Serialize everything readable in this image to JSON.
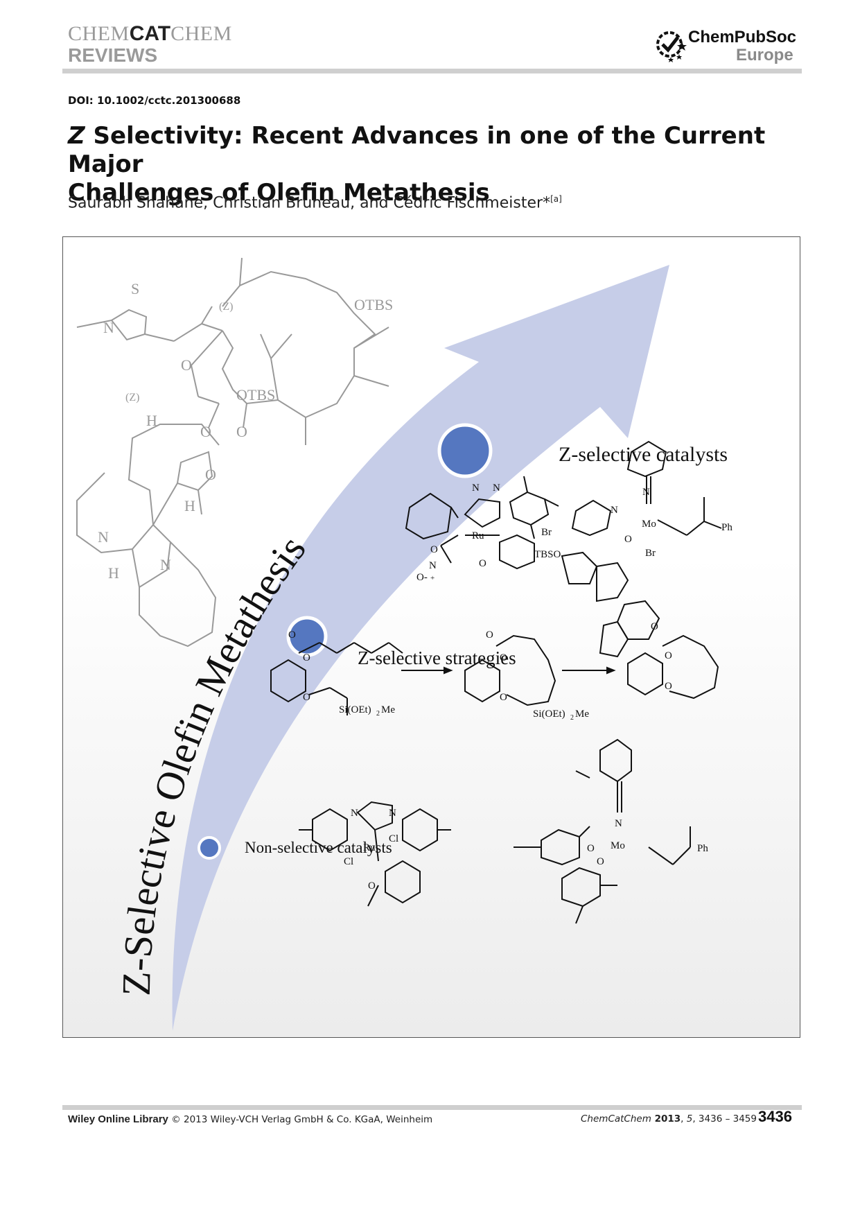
{
  "header": {
    "journal_prefix": "CHEM",
    "journal_mid": "CAT",
    "journal_suffix": "CHEM",
    "section": "REVIEWS",
    "publisher_line1": "ChemPubSoc",
    "publisher_line2": "Europe"
  },
  "doi": "DOI: 10.1002/cctc.201300688",
  "title": {
    "z": "Z",
    "rest_line1": " Selectivity: Recent Advances in one of the Current Major",
    "line2": "Challenges of Olefin Metathesis"
  },
  "authors": {
    "text": "Saurabh Shahane, Christian Bruneau, and Cédric Fischmeister",
    "star": "*",
    "affil": "[a]"
  },
  "figure": {
    "arrow_label": "Z-Selective Olefin Metathesis",
    "stage_top": "Z-selective catalysts",
    "stage_mid": "Z-selective strategies",
    "stage_bottom": "Non-selective catalysts",
    "zlabel": "(Z)",
    "atoms": {
      "S": "S",
      "N": "N",
      "O": "O",
      "H": "H",
      "Ru": "Ru",
      "Mo": "Mo",
      "Cl": "Cl",
      "Br": "Br",
      "Ph": "Ph",
      "OTBS": "OTBS",
      "TBSO": "TBSO",
      "silyl": "Si(OEt)",
      "silyl_sub": "2",
      "silyl_me": "Me",
      "nitrate_minus": "O-",
      "plus": "+",
      "hydride": "H",
      "hydride_ring": "H",
      "ring_n": "N"
    }
  },
  "footer": {
    "library": "Wiley Online Library",
    "copyright": " © 2013 Wiley-VCH Verlag GmbH & Co. KGaA, Weinheim",
    "journal_italic": "ChemCatChem",
    "year": " 2013",
    "volume": "5",
    "pages": ", 3436 – 3459",
    "page_number": "3436"
  }
}
